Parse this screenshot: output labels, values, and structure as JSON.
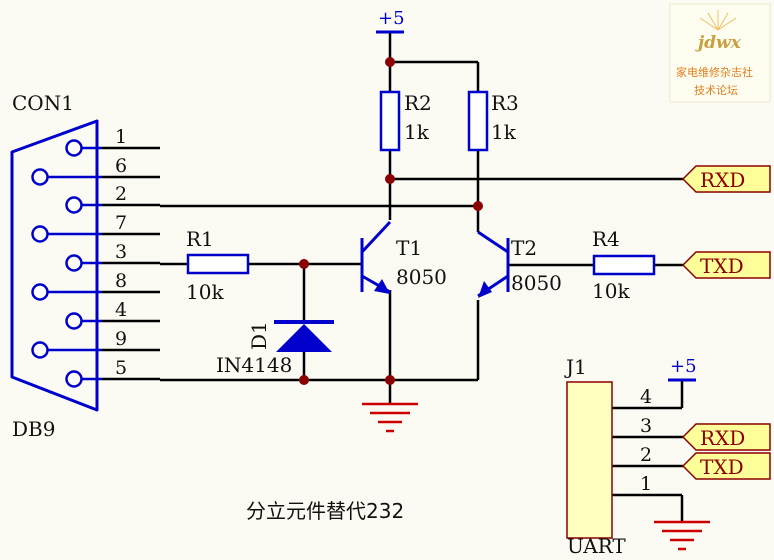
{
  "connector": {
    "ref": "CON1",
    "type": "DB9",
    "pins": [
      "1",
      "6",
      "2",
      "7",
      "3",
      "8",
      "4",
      "9",
      "5"
    ]
  },
  "resistors": [
    {
      "ref": "R1",
      "value": "10k"
    },
    {
      "ref": "R2",
      "value": "1k"
    },
    {
      "ref": "R3",
      "value": "1k"
    },
    {
      "ref": "R4",
      "value": "10k"
    }
  ],
  "transistors": [
    {
      "ref": "T1",
      "part": "8050"
    },
    {
      "ref": "T2",
      "part": "8050"
    }
  ],
  "diode": {
    "ref": "D1",
    "part": "IN4148"
  },
  "power": {
    "top": "+5",
    "j1": "+5"
  },
  "nets": {
    "rxd": "RXD",
    "txd": "TXD"
  },
  "header": {
    "ref": "J1",
    "name": "UART",
    "pins": [
      "4",
      "3",
      "2",
      "1"
    ]
  },
  "caption": "分立元件替代232",
  "watermark": {
    "logo": "jdwx",
    "line1": "家电维修杂志社",
    "line2": "技术论坛"
  },
  "colors": {
    "wire": "#000000",
    "component": "#0000cc",
    "junction": "#8b0000",
    "ground": "#cc0000",
    "part_fill": "#ffffc0",
    "part_stroke": "#8b0000",
    "net_fill": "#ffff99",
    "background": "#fbfbf3"
  }
}
